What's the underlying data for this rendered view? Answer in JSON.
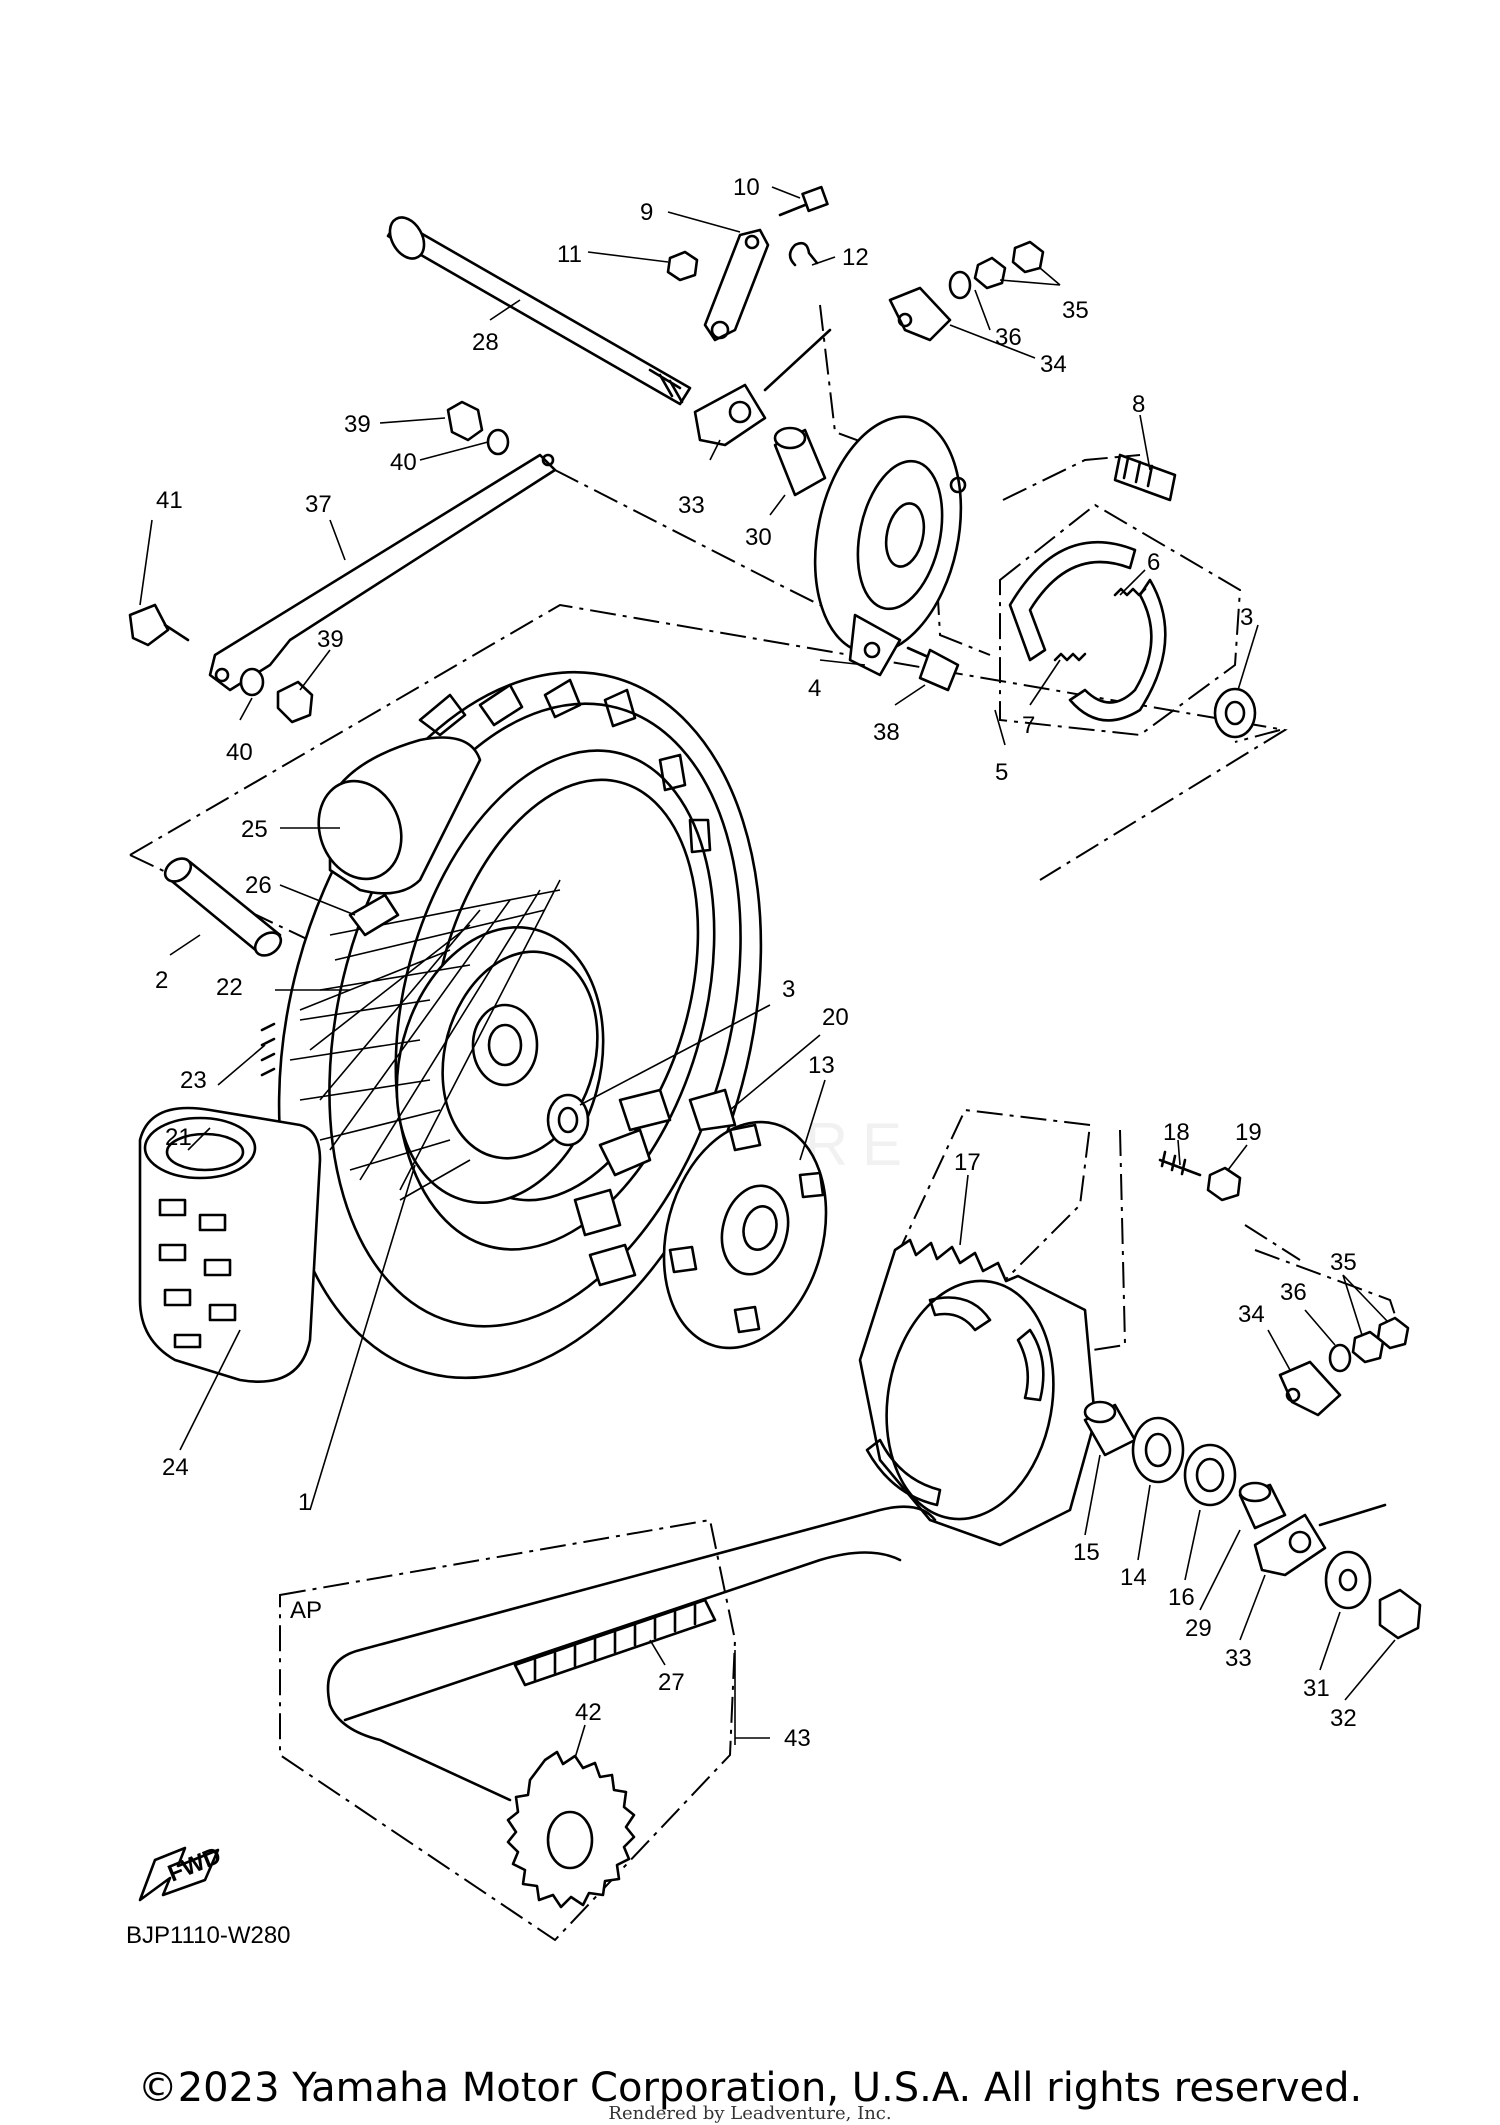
{
  "diagram": {
    "code": "BJP1110-W280",
    "fwd_label": "FWD",
    "group_label": "AP",
    "callouts": [
      "10",
      "9",
      "11",
      "12",
      "35",
      "36",
      "34",
      "28",
      "8",
      "39",
      "40",
      "33",
      "30",
      "41",
      "37",
      "6",
      "3",
      "39",
      "4",
      "38",
      "40",
      "7",
      "5",
      "25",
      "26",
      "2",
      "22",
      "3",
      "23",
      "20",
      "13",
      "18",
      "19",
      "17",
      "21",
      "35",
      "36",
      "34",
      "24",
      "1",
      "15",
      "14",
      "16",
      "29",
      "33",
      "31",
      "32",
      "27",
      "42",
      "43"
    ]
  },
  "footer": {
    "copyright": "©2023 Yamaha Motor Corporation, U.S.A. All rights reserved.",
    "rendered_by": "Rendered by Leadventure, Inc."
  },
  "watermark": "ADVENTURE"
}
